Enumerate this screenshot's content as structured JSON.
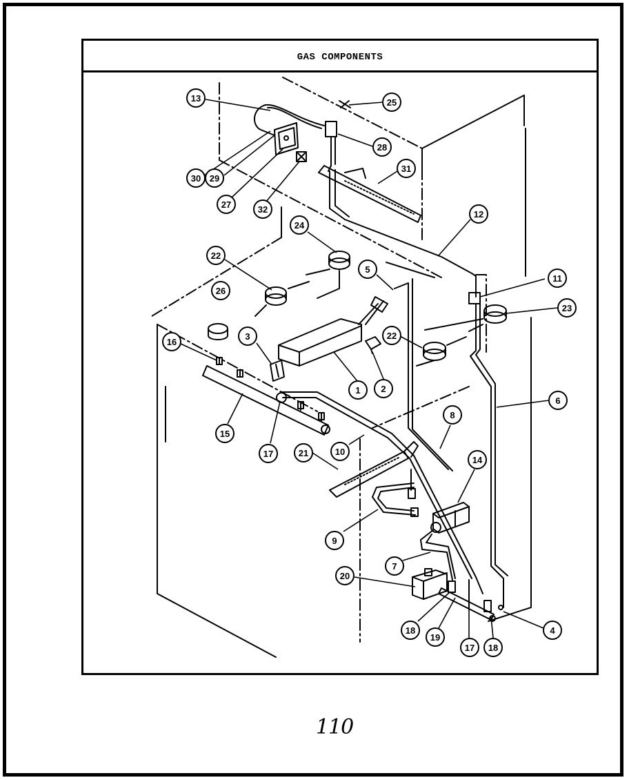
{
  "diagram": {
    "title": "GAS COMPONENTS",
    "page_number": "110",
    "callouts": [
      {
        "id": "c13",
        "label": "13"
      },
      {
        "id": "c25",
        "label": "25"
      },
      {
        "id": "c28",
        "label": "28"
      },
      {
        "id": "c31",
        "label": "31"
      },
      {
        "id": "c30",
        "label": "30"
      },
      {
        "id": "c29",
        "label": "29"
      },
      {
        "id": "c27",
        "label": "27"
      },
      {
        "id": "c32",
        "label": "32"
      },
      {
        "id": "c12",
        "label": "12"
      },
      {
        "id": "c24",
        "label": "24"
      },
      {
        "id": "c22a",
        "label": "22"
      },
      {
        "id": "c5",
        "label": "5"
      },
      {
        "id": "c11",
        "label": "11"
      },
      {
        "id": "c23",
        "label": "23"
      },
      {
        "id": "c26",
        "label": "26"
      },
      {
        "id": "c3",
        "label": "3"
      },
      {
        "id": "c22b",
        "label": "22"
      },
      {
        "id": "c16",
        "label": "16"
      },
      {
        "id": "c1",
        "label": "1"
      },
      {
        "id": "c2",
        "label": "2"
      },
      {
        "id": "c6",
        "label": "6"
      },
      {
        "id": "c8",
        "label": "8"
      },
      {
        "id": "c15",
        "label": "15"
      },
      {
        "id": "c17a",
        "label": "17"
      },
      {
        "id": "c21",
        "label": "21"
      },
      {
        "id": "c10",
        "label": "10"
      },
      {
        "id": "c14",
        "label": "14"
      },
      {
        "id": "c9",
        "label": "9"
      },
      {
        "id": "c7",
        "label": "7"
      },
      {
        "id": "c20",
        "label": "20"
      },
      {
        "id": "c4",
        "label": "4"
      },
      {
        "id": "c18a",
        "label": "18"
      },
      {
        "id": "c19",
        "label": "19"
      },
      {
        "id": "c17b",
        "label": "17"
      },
      {
        "id": "c18b",
        "label": "18"
      }
    ]
  }
}
